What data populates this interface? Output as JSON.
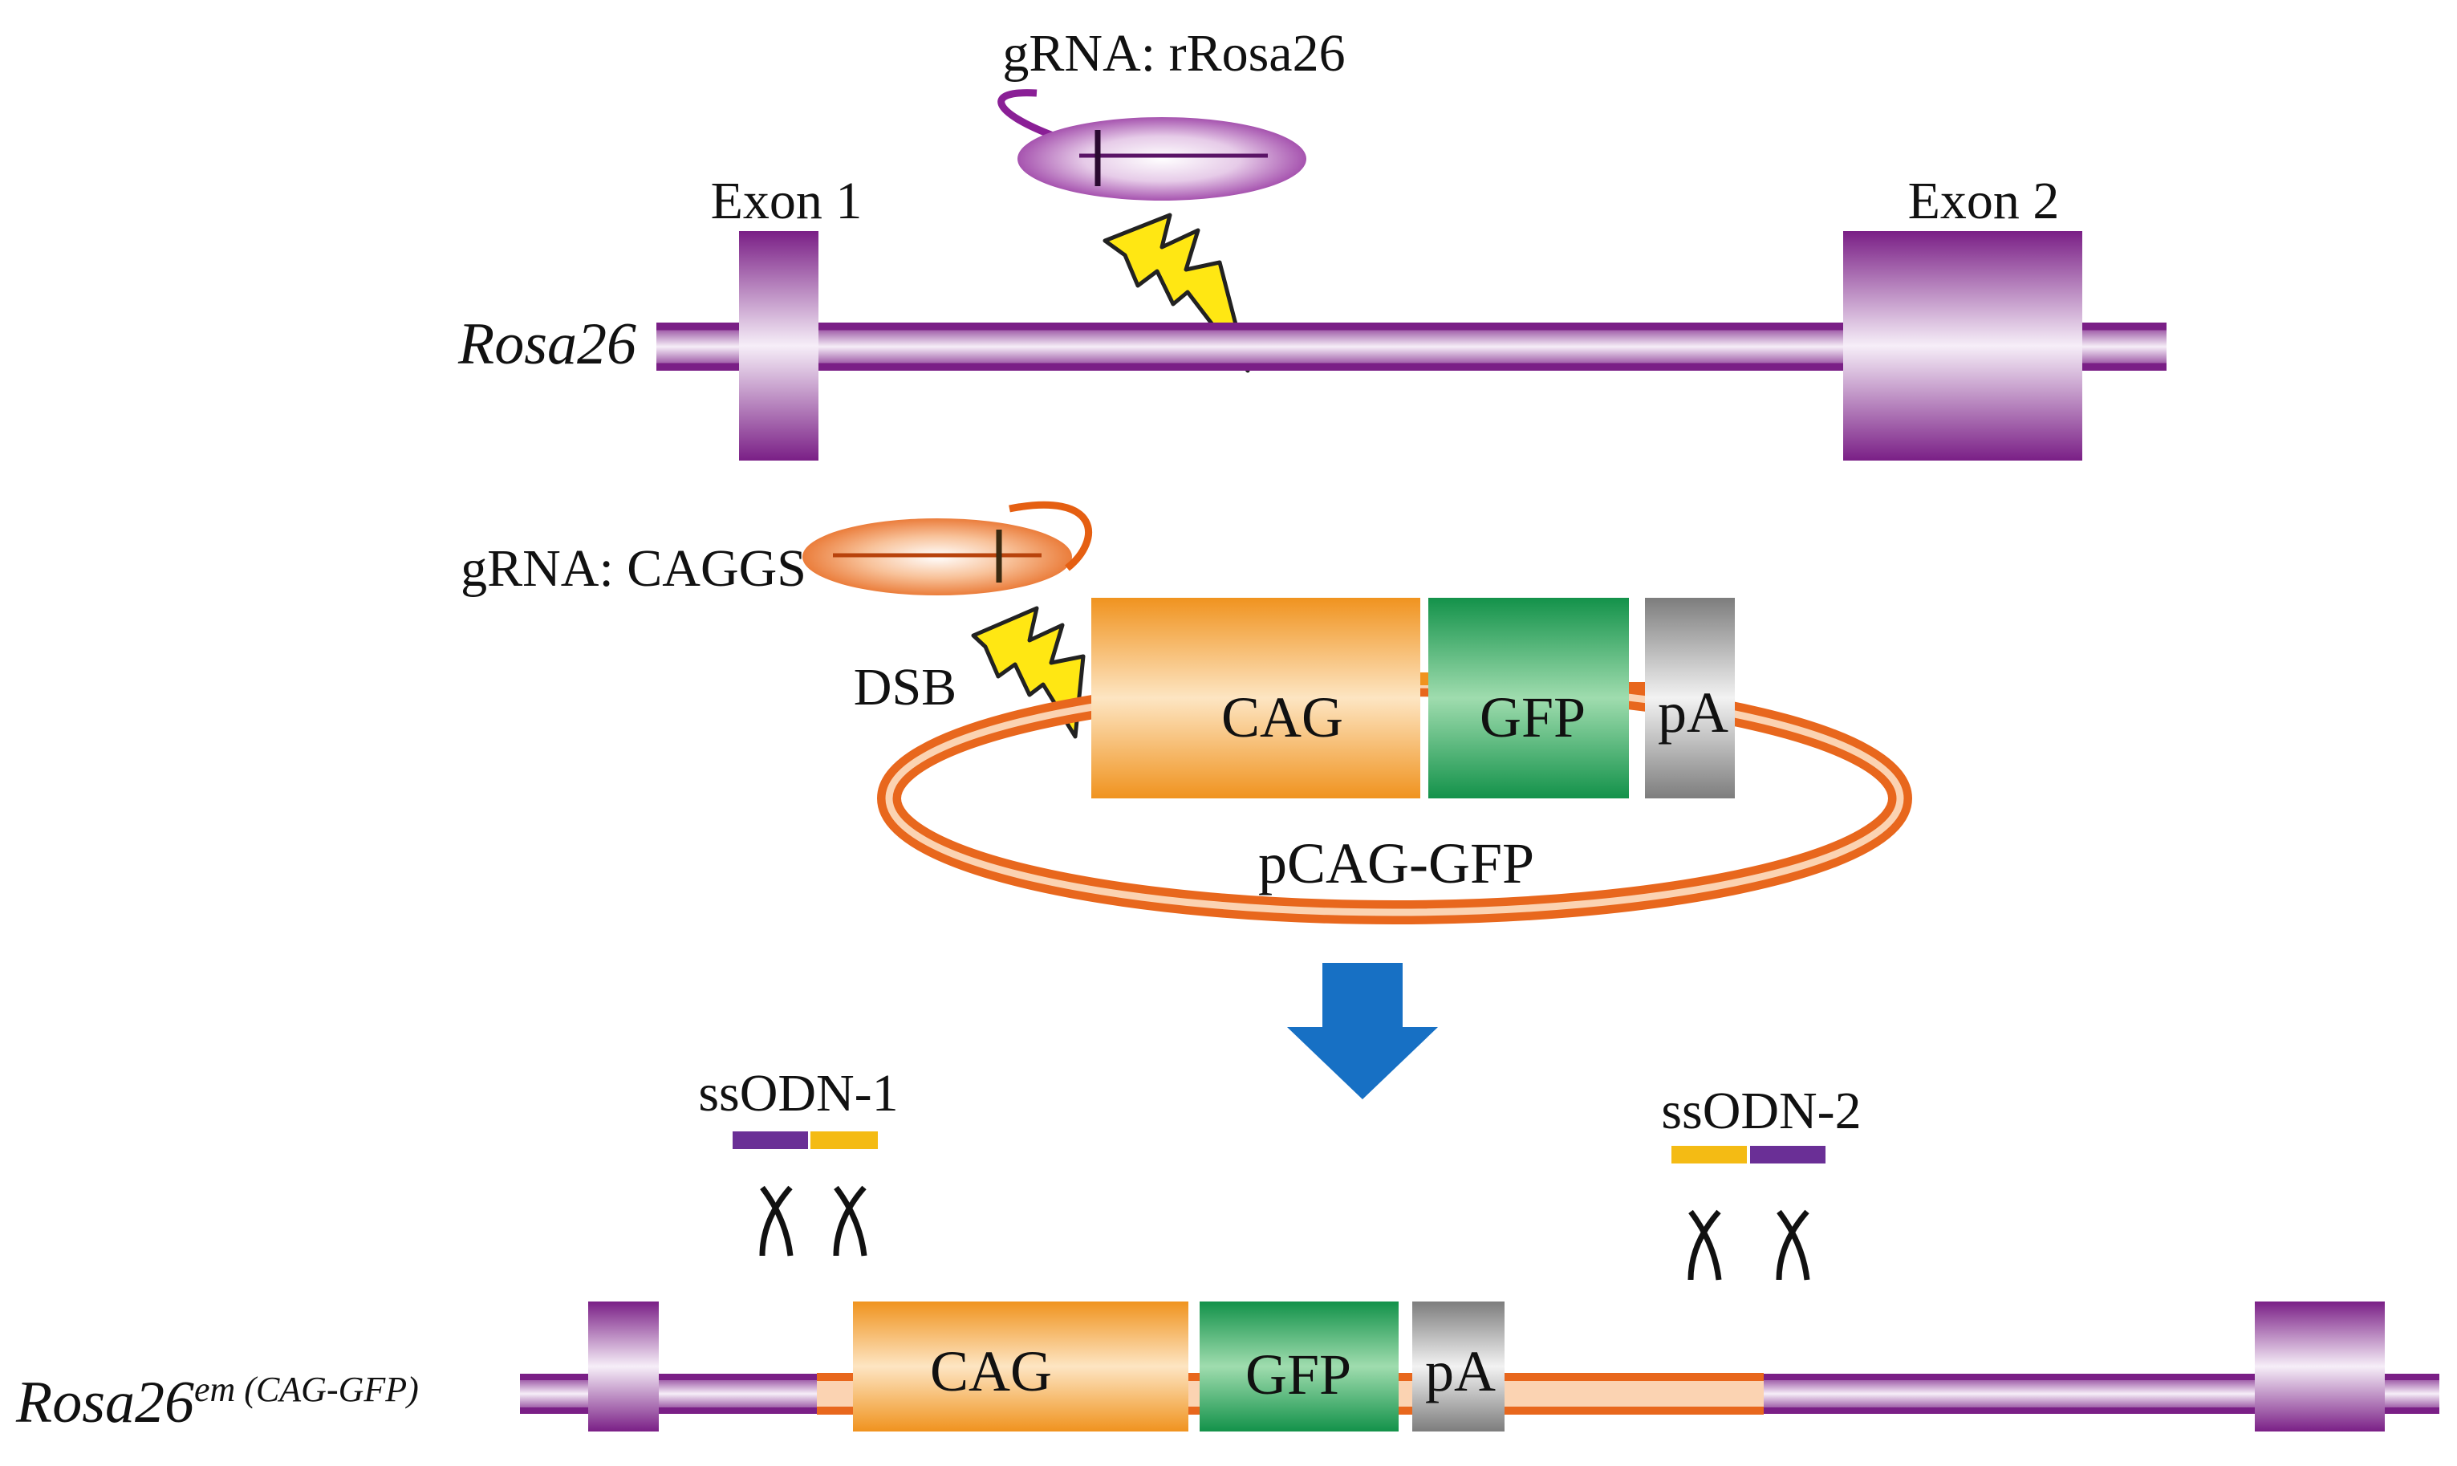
{
  "colors": {
    "purple": "#7a1f86",
    "purple_light": "#f6eef8",
    "orange": "#e8671d",
    "cag_orange": "#f29a2e",
    "gfp_green": "#1e9b47",
    "pa_gray": "#8a8a8a",
    "bolt_yellow": "#ffe713",
    "arrow_blue": "#1770c4",
    "ssodn_purple": "#6a2f96",
    "ssodn_yellow": "#f4bb14"
  },
  "top": {
    "grna_label": "gRNA: rRosa26",
    "locus_label": "Rosa26",
    "exon1_label": "Exon 1",
    "exon2_label": "Exon 2"
  },
  "plasmid": {
    "grna_label": "gRNA: CAGGS",
    "dsb_label": "DSB",
    "cag_label": "CAG",
    "gfp_label": "GFP",
    "pa_label": "pA",
    "plasmid_label": "pCAG-GFP"
  },
  "bottom": {
    "ssodn1_label": "ssODN-1",
    "ssodn2_label": "ssODN-2",
    "allele_label_main": "Rosa26",
    "allele_label_sup": "em (CAG-GFP)",
    "cag_label": "CAG",
    "gfp_label": "GFP",
    "pa_label": "pA"
  }
}
